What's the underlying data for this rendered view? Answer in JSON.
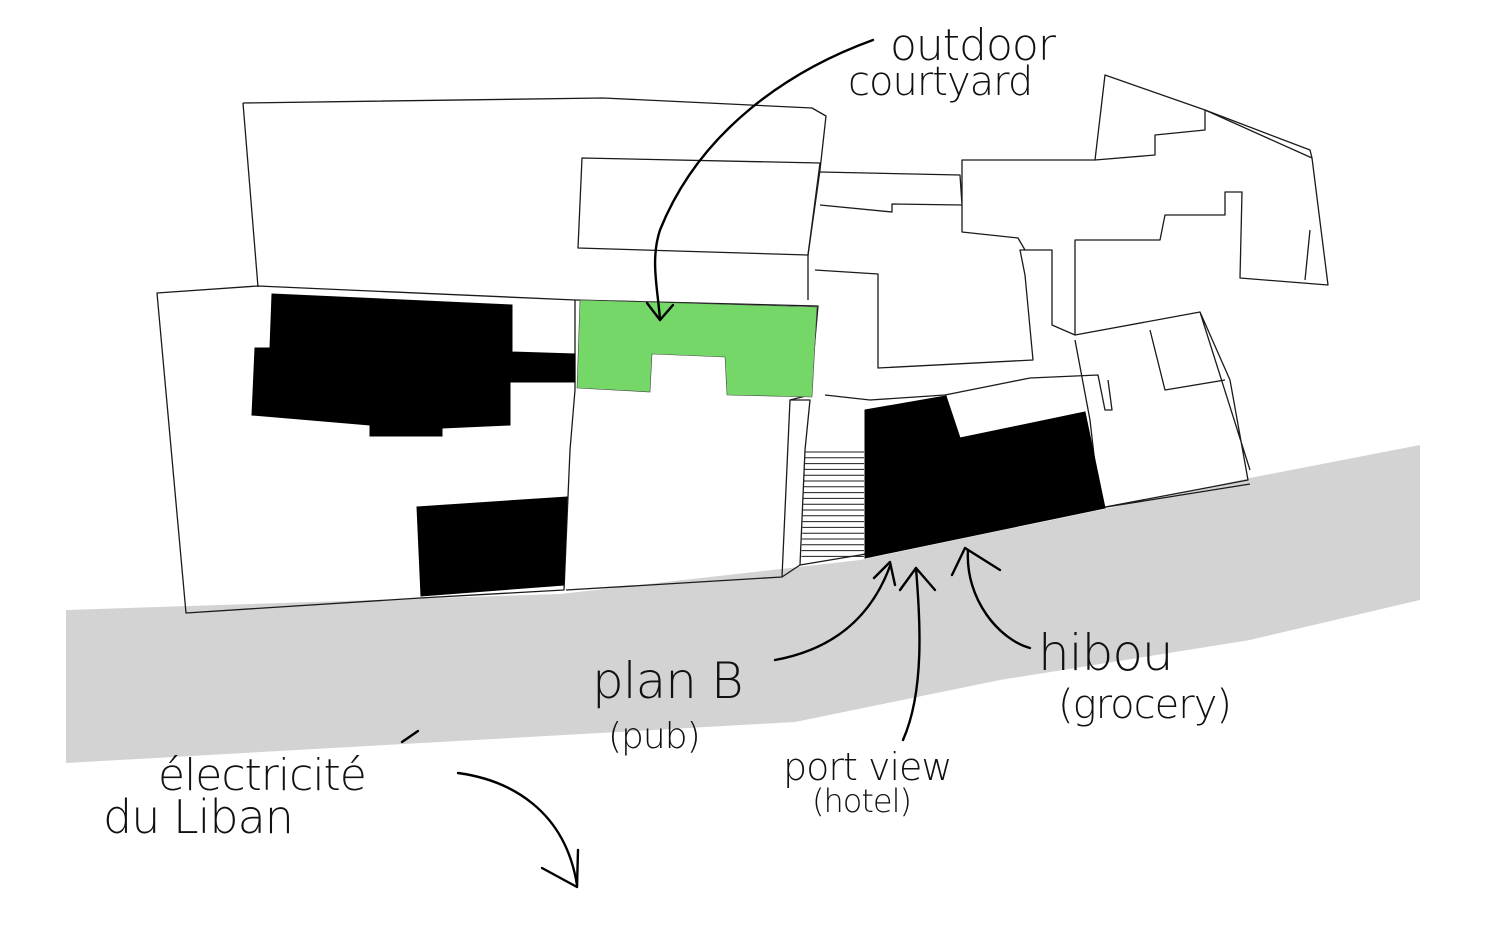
{
  "colors": {
    "road": "#d3d3d3",
    "courtyard": "#76d769",
    "building_fill": "#000000",
    "outline": "#1a1a1a"
  },
  "labels": {
    "outdoor_line1": "outdoor",
    "outdoor_line2": "courtyard",
    "planb_line1": "plan B",
    "planb_line2": "(pub)",
    "portview_line1": "port view",
    "portview_line2": "(hotel)",
    "hibou_line1": "hibou",
    "hibou_line2": "(grocery)",
    "edl_line1": "électricité",
    "edl_line2": "du Liban"
  }
}
